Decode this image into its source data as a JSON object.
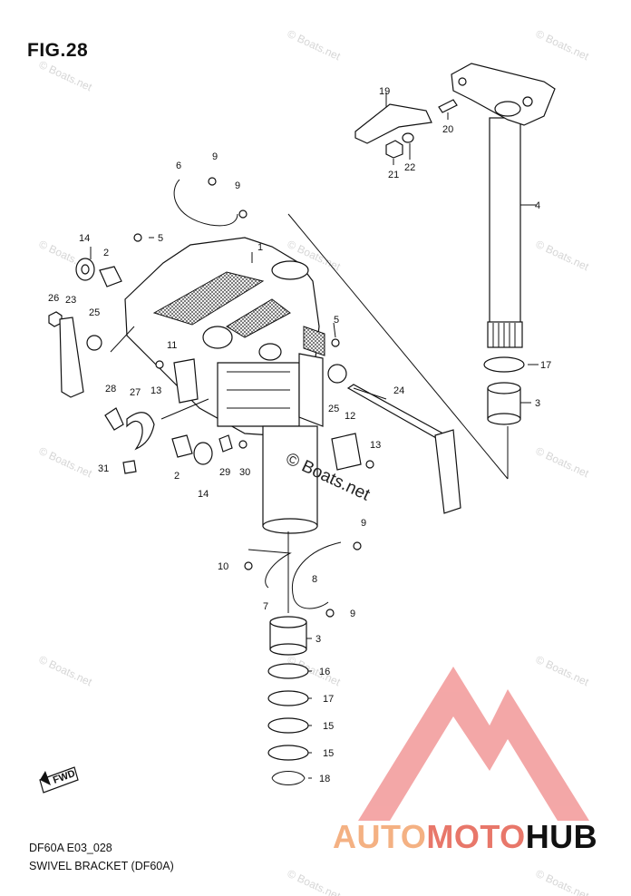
{
  "figure": {
    "title": "FIG.28",
    "code": "DF60A E03_028",
    "caption": "SWIVEL BRACKET (DF60A)"
  },
  "watermark": {
    "text": "© Boats.net",
    "center_text": "© Boats.net"
  },
  "brand": {
    "part1": "AUTO",
    "part2": "MOTO",
    "part3": "HUB",
    "color_auto": "#f4b183",
    "color_moto": "#e8776a",
    "color_hub": "#111111",
    "logo_color": "#f08a8a"
  },
  "direction_label": "FWD",
  "callouts": {
    "c1": "1",
    "c2a": "2",
    "c2b": "2",
    "c3a": "3",
    "c3b": "3",
    "c4": "4",
    "c5a": "5",
    "c5b": "5",
    "c6": "6",
    "c7": "7",
    "c8": "8",
    "c9a": "9",
    "c9b": "9",
    "c9c": "9",
    "c9d": "9",
    "c10": "10",
    "c11": "11",
    "c12": "12",
    "c13a": "13",
    "c13b": "13",
    "c14a": "14",
    "c14b": "14",
    "c15a": "15",
    "c15b": "15",
    "c16": "16",
    "c17a": "17",
    "c17b": "17",
    "c18": "18",
    "c19": "19",
    "c20": "20",
    "c21": "21",
    "c22": "22",
    "c23": "23",
    "c24": "24",
    "c25a": "25",
    "c25b": "25",
    "c26": "26",
    "c27": "27",
    "c28": "28",
    "c29": "29",
    "c30": "30",
    "c31": "31"
  }
}
